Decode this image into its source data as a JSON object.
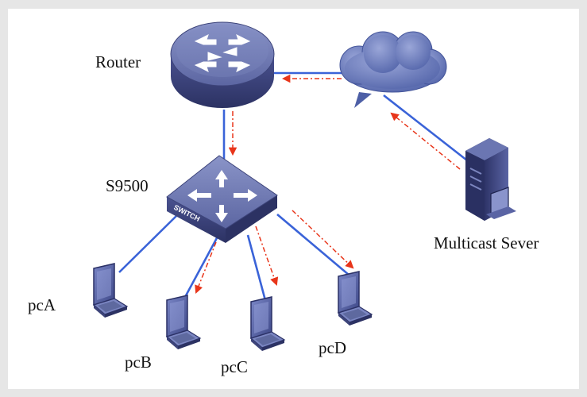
{
  "labels": {
    "router": "Router",
    "switch": "S9500",
    "switch_face": "SWITCH",
    "server": "Multicast Sever",
    "pcA": "pcA",
    "pcB": "pcB",
    "pcC": "pcC",
    "pcD": "pcD"
  },
  "colors": {
    "link": "#3a63d8",
    "flow": "#e8351a",
    "device_top": "#6f79b4",
    "device_side": "#3d447a",
    "cloud": "#5a6db0",
    "background": "#ffffff",
    "border": "#e6e6e6"
  }
}
